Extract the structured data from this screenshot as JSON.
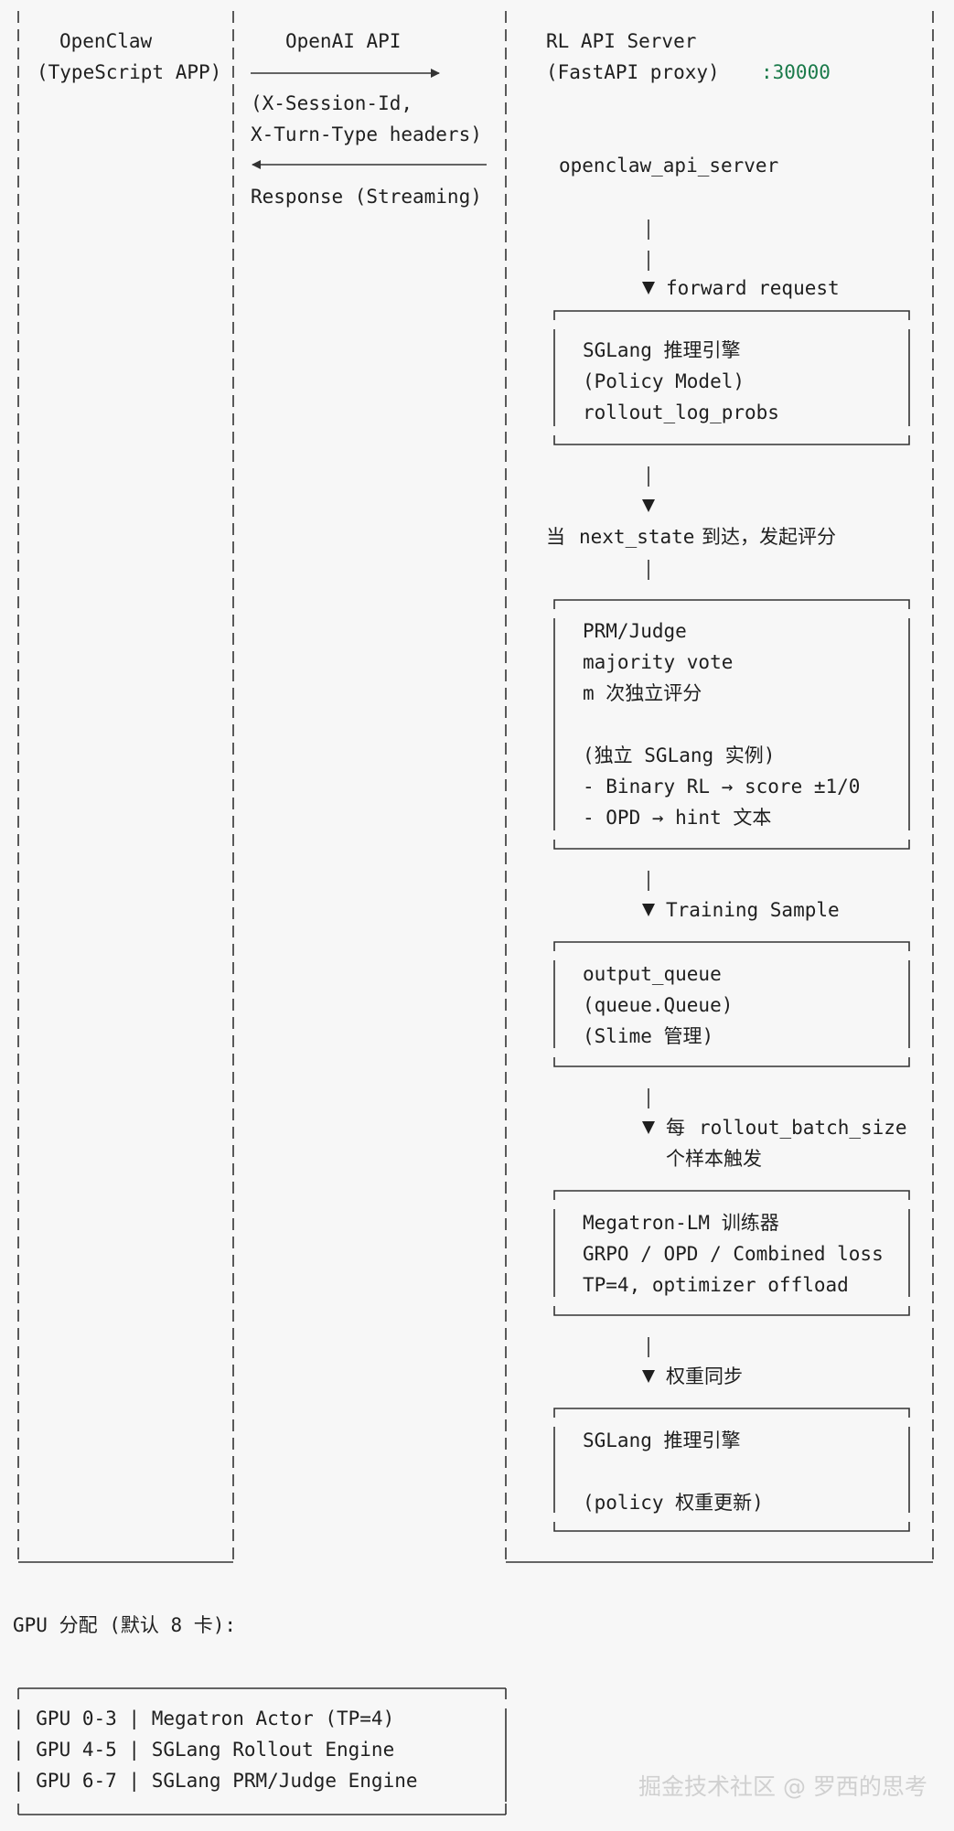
{
  "left_box": {
    "title": "OpenClaw",
    "subtitle": "(TypeScript APP)"
  },
  "connector": {
    "request_label": "OpenAI API",
    "headers_line1": "(X-Session-Id,",
    "headers_line2": "X-Turn-Type headers)",
    "response_label": "Response (Streaming)"
  },
  "server": {
    "title": "RL API Server",
    "subtitle": "(FastAPI proxy)",
    "port": ":30000",
    "module": "openclaw_api_server"
  },
  "steps": {
    "forward": "forward request",
    "next_state_prefix": "当",
    "next_state_code": "next_state",
    "next_state_suffix": "到达，发起评分",
    "training_sample": "Training Sample",
    "batch_prefix": "每",
    "batch_code": "rollout_batch_size",
    "batch_line2": "个样本触发",
    "weight_sync": "权重同步"
  },
  "sglang_box": {
    "line1": "SGLang 推理引擎",
    "line2": "(Policy Model)",
    "line3": "rollout_log_probs"
  },
  "judge_box": {
    "line1": "PRM/Judge",
    "line2": "majority vote",
    "line3": "m 次独立评分",
    "line4": "(独立 SGLang 实例)",
    "line5": "- Binary RL → score ±1/0",
    "line6": "- OPD → hint 文本"
  },
  "queue_box": {
    "line1": "output_queue",
    "line2": "(queue.Queue)",
    "line3": "(Slime 管理)"
  },
  "megatron_box": {
    "line1": "Megatron-LM 训练器",
    "line2": "GRPO / OPD / Combined loss",
    "line3": "TP=4, optimizer offload"
  },
  "sglang2_box": {
    "line1": "SGLang 推理引擎",
    "line2": "(policy 权重更新)"
  },
  "gpu": {
    "heading": "GPU 分配 (默认 8 卡):",
    "rows": [
      "| GPU 0-3 | Megatron Actor (TP=4)",
      "| GPU 4-5 | SGLang Rollout Engine",
      "| GPU 6-7 | SGLang PRM/Judge Engine"
    ]
  },
  "watermark": "掘金技术社区 @ 罗西的思考"
}
